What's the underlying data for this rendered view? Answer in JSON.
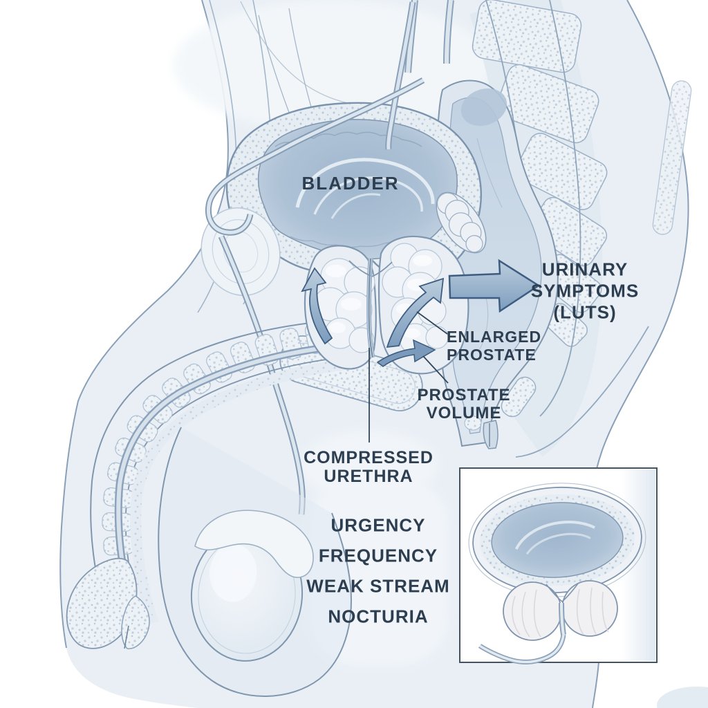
{
  "illustration": {
    "labels": {
      "bladder": "BLADDER",
      "urinary_symptoms_lines": [
        "URINARY",
        "SYMPTOMS",
        "(LUTS)"
      ],
      "enlarged_prostate_lines": [
        "ENLARGED",
        "PROSTATE"
      ],
      "prostate_volume_lines": [
        "PROSTATE",
        "VOLUME"
      ],
      "compressed_urethra_lines": [
        "COMPRESSED",
        "URETHRA"
      ],
      "symptoms": [
        "URGENCY",
        "FREQUENCY",
        "WEAK STREAM",
        "NOCTURIA"
      ]
    },
    "colors": {
      "background": "#ffffff",
      "body_tint": "#e9eff5",
      "outline": "#7f96ae",
      "label_text": "#2c3e50",
      "arrow_fill": "#8fabc9",
      "arrow_outline": "#3f5d81",
      "bladder_lumen": "#a7bcd2",
      "inset_border": "#45525f"
    }
  }
}
